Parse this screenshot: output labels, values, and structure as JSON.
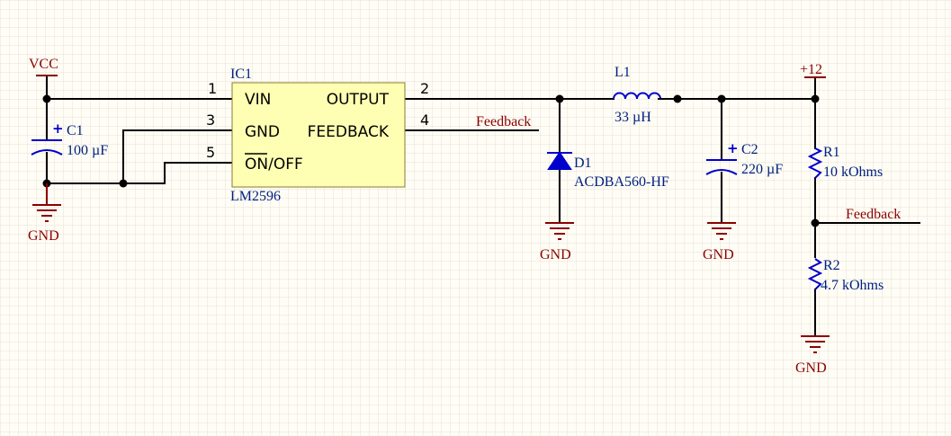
{
  "colors": {
    "background": "#fffdf5",
    "grid": "#e4e2d6",
    "wire": "#000000",
    "component": "#0000cc",
    "net_label": "#8b0000",
    "designator": "#002080",
    "ic_fill": "#ffffb3"
  },
  "ic1": {
    "designator": "IC1",
    "part": "LM2596",
    "pins": [
      {
        "number": "1",
        "name": "VIN"
      },
      {
        "number": "3",
        "name": "GND"
      },
      {
        "number": "5",
        "name_overbar": "ON",
        "name_rest": "/OFF"
      },
      {
        "number": "2",
        "name": "OUTPUT"
      },
      {
        "number": "4",
        "name": "FEEDBACK"
      }
    ]
  },
  "components": {
    "c1": {
      "designator": "C1",
      "value": "100 µF",
      "polarity": "+"
    },
    "c2": {
      "designator": "C2",
      "value": "220 µF",
      "polarity": "+"
    },
    "d1": {
      "designator": "D1",
      "value": "ACDBA560-HF"
    },
    "l1": {
      "designator": "L1",
      "value": "33 µH"
    },
    "r1": {
      "designator": "R1",
      "value": "10 kOhms"
    },
    "r2": {
      "designator": "R2",
      "value": "4.7 kOhms"
    }
  },
  "nets": {
    "vcc": "VCC",
    "plus12": "+12",
    "feedback_ic": "Feedback",
    "feedback_divider": "Feedback",
    "gnd_c1": "GND",
    "gnd_d1": "GND",
    "gnd_c2": "GND",
    "gnd_r2": "GND"
  }
}
